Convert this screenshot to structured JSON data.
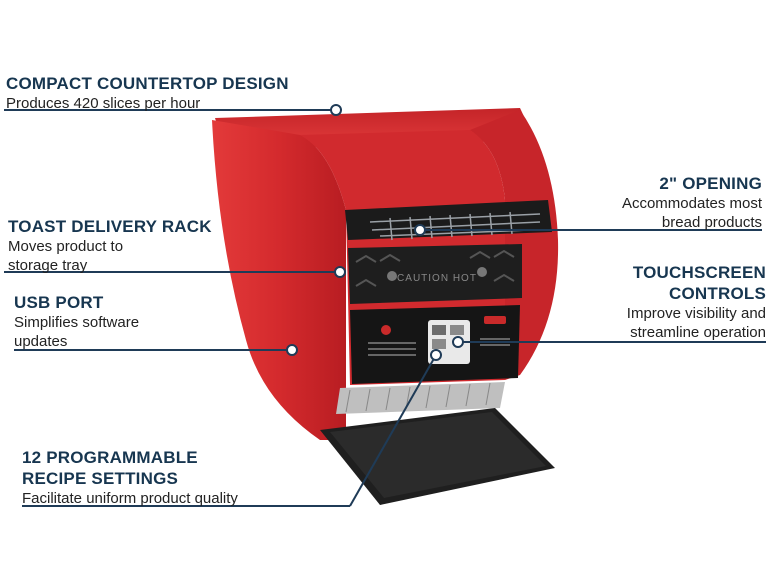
{
  "callouts": {
    "compact": {
      "title": "COMPACT COUNTERTOP DESIGN",
      "desc": "Produces 420 slices per hour"
    },
    "toast_rack": {
      "title": "TOAST DELIVERY RACK",
      "desc_line1": "Moves product to",
      "desc_line2": "storage tray"
    },
    "usb": {
      "title": "USB PORT",
      "desc_line1": "Simplifies software",
      "desc_line2": "updates"
    },
    "recipes": {
      "title_line1": "12 PROGRAMMABLE",
      "title_line2": "RECIPE SETTINGS",
      "desc": "Facilitate uniform product quality"
    },
    "opening": {
      "title": "2\" OPENING",
      "desc_line1": "Accommodates most",
      "desc_line2": "bread products"
    },
    "touchscreen": {
      "title_line1": "TOUCHSCREEN",
      "title_line2": "CONTROLS",
      "desc_line1": "Improve visibility and",
      "desc_line2": "streamline operation"
    }
  },
  "product": {
    "panel_text": "CAUTION HOT"
  },
  "colors": {
    "body_red": "#d9262b",
    "line_navy": "#1f3b57",
    "dark": "#1b1b1b"
  }
}
